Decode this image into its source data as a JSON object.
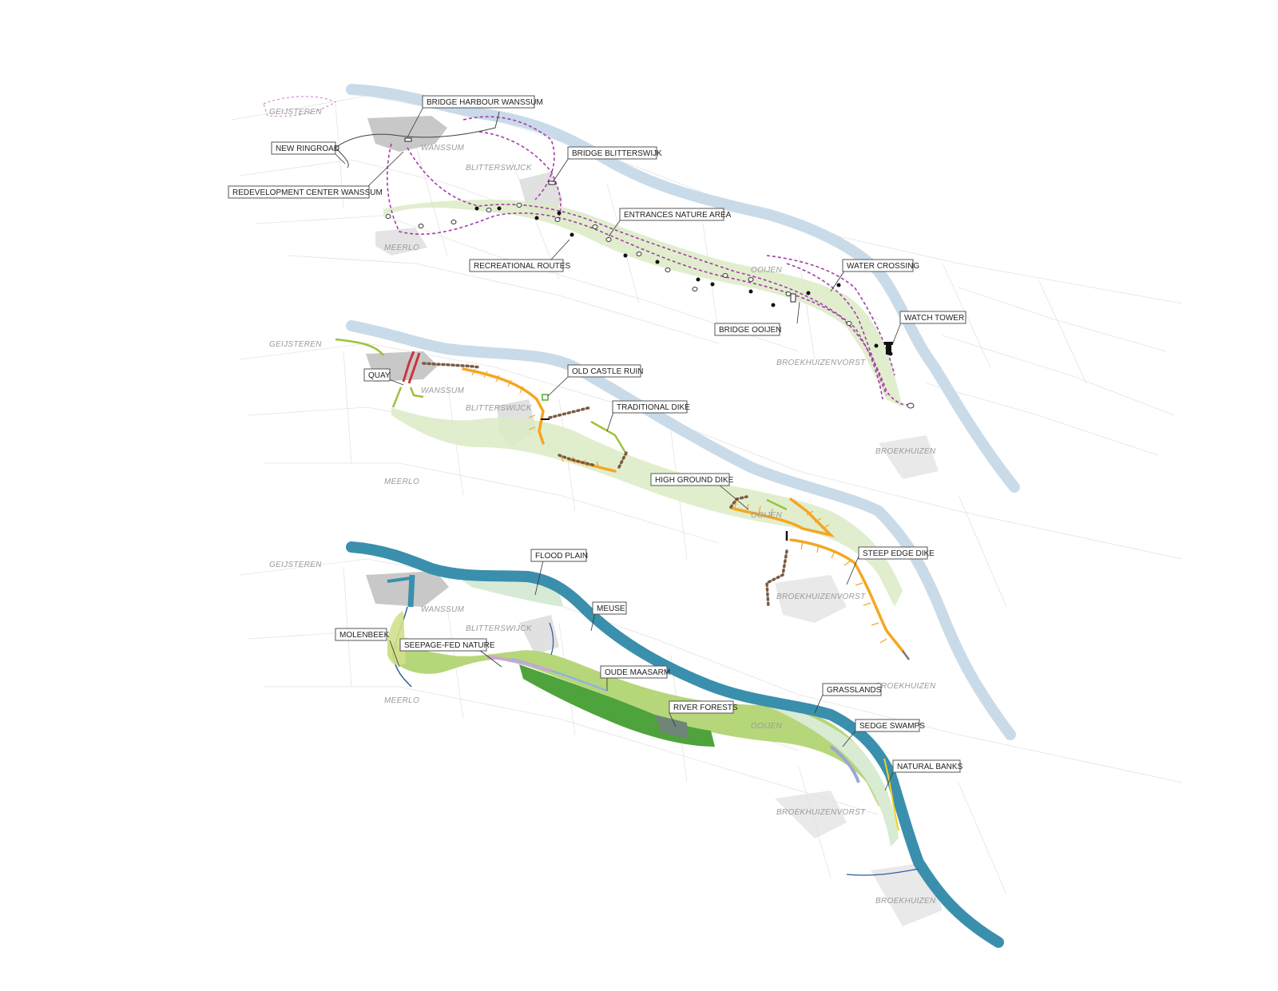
{
  "figure": {
    "title": "",
    "panels": [
      {
        "id": "recreation",
        "callouts": [
          {
            "label": "BRIDGE HARBOUR WANSSUM"
          },
          {
            "label": "NEW RINGROAD"
          },
          {
            "label": "BRIDGE BLITTERSWIJK"
          },
          {
            "label": "REDEVELOPMENT CENTER WANSSUM"
          },
          {
            "label": "ENTRANCES NATURE AREA"
          },
          {
            "label": "RECREATIONAL ROUTES"
          },
          {
            "label": "WATER CROSSING"
          },
          {
            "label": "WATCH TOWER"
          },
          {
            "label": "BRIDGE OOIJEN"
          }
        ],
        "towns": [
          {
            "name": "GEIJSTEREN"
          },
          {
            "name": "WANSSUM"
          },
          {
            "name": "BLITTERSWIJCK"
          },
          {
            "name": "MEERLO"
          },
          {
            "name": "OOIJEN"
          },
          {
            "name": "BROEKHUIZENVORST"
          },
          {
            "name": "BROEKHUIZEN"
          }
        ]
      },
      {
        "id": "dikes",
        "callouts": [
          {
            "label": "QUAY"
          },
          {
            "label": "OLD CASTLE RUIN"
          },
          {
            "label": "TRADITIONAL DIKE"
          },
          {
            "label": "HIGH GROUND DIKE"
          },
          {
            "label": "STEEP EDGE DIKE"
          }
        ],
        "towns": [
          {
            "name": "GEIJSTEREN"
          },
          {
            "name": "WANSSUM"
          },
          {
            "name": "BLITTERSWIJCK"
          },
          {
            "name": "MEERLO"
          },
          {
            "name": "OOIJEN"
          },
          {
            "name": "BROEKHUIZENVORST"
          },
          {
            "name": "BROEKHUIZEN"
          }
        ]
      },
      {
        "id": "nature",
        "callouts": [
          {
            "label": "FLOOD PLAIN"
          },
          {
            "label": "MEUSE"
          },
          {
            "label": "MOLENBEEK"
          },
          {
            "label": "SEEPAGE-FED NATURE"
          },
          {
            "label": "OUDE MAASARM"
          },
          {
            "label": "RIVER FORESTS"
          },
          {
            "label": "GRASSLANDS"
          },
          {
            "label": "SEDGE SWAMPS"
          },
          {
            "label": "NATURAL BANKS"
          }
        ],
        "towns": [
          {
            "name": "GEIJSTEREN"
          },
          {
            "name": "WANSSUM"
          },
          {
            "name": "BLITTERSWIJCK"
          },
          {
            "name": "MEERLO"
          },
          {
            "name": "OOIJEN"
          },
          {
            "name": "BROEKHUIZENVORST"
          },
          {
            "name": "BROEKHUIZEN"
          }
        ]
      }
    ]
  },
  "colors": {
    "river_light": "#c9dbe8",
    "river_meuse": "#3a8fad",
    "route_purple": "#a43cab",
    "dike_orange": "#f5a623",
    "dike_brown": "#7a5a44",
    "dike_green": "#9dc23a",
    "quay_red": "#c8363a",
    "floodplain_light": "#dcebc6",
    "forest_green": "#4fa33c",
    "grass_green": "#b6d67a",
    "sedge_lilac": "#c7a9cf",
    "water_blue": "#8fb2e0",
    "urban_grey": "#c4c4c4",
    "natural_banks_yellow": "#f2d21b"
  }
}
